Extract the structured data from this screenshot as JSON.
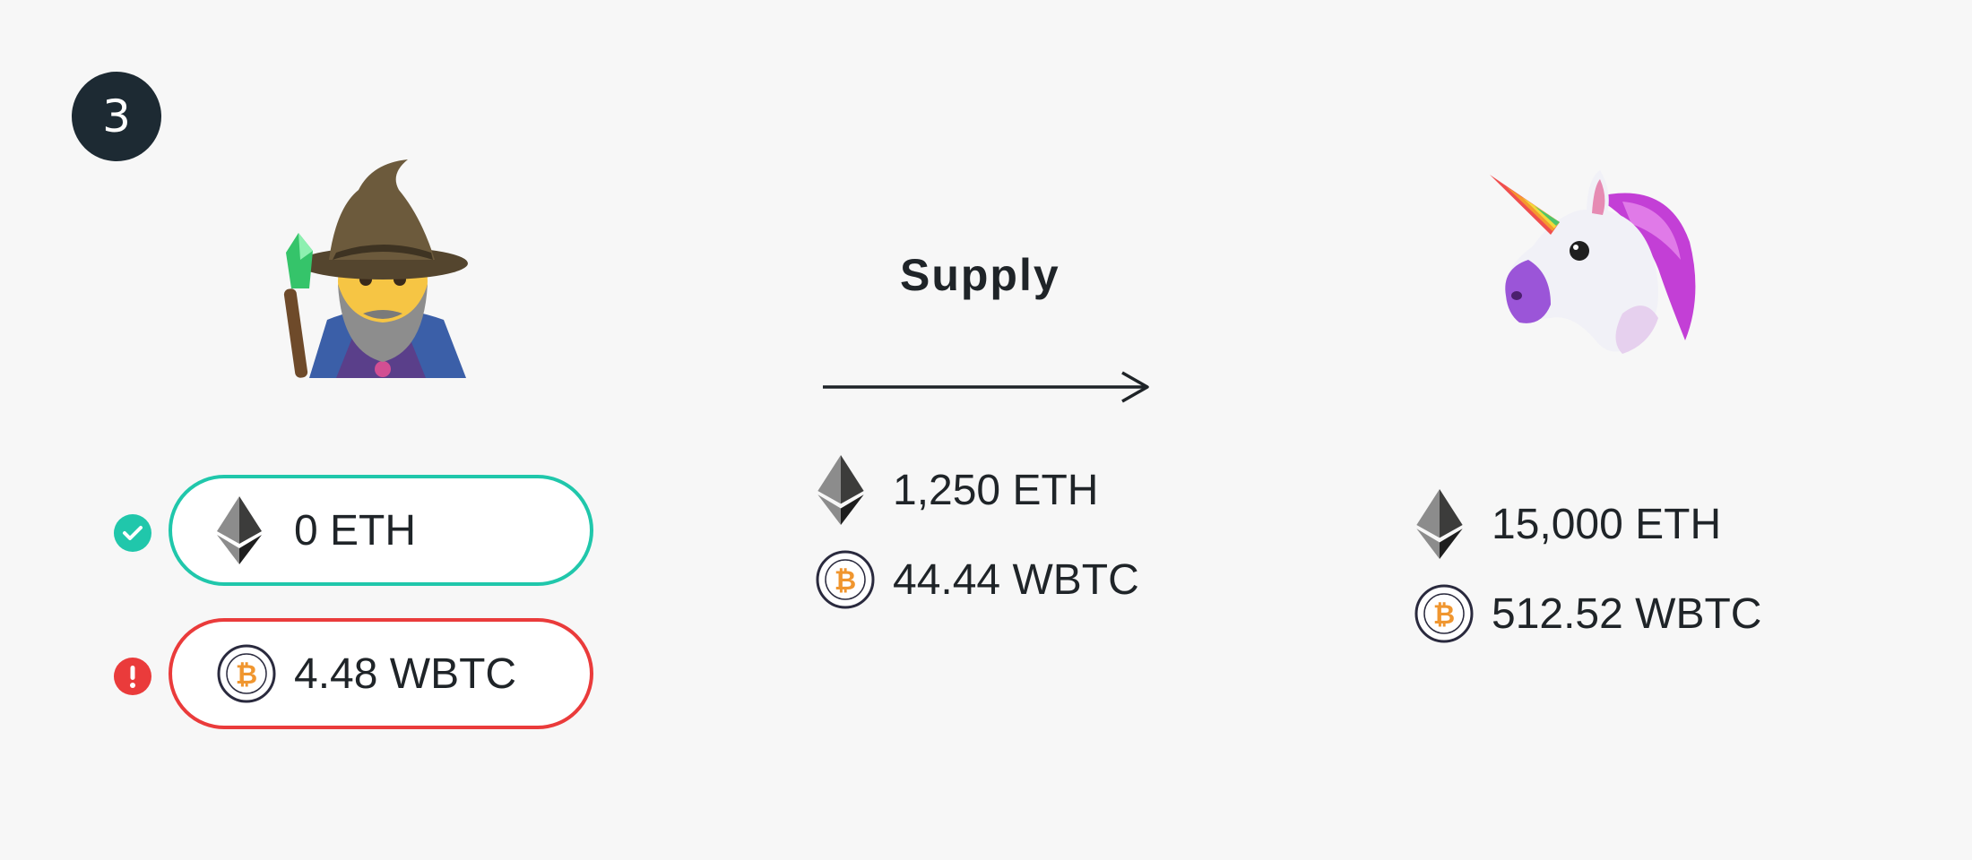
{
  "step": {
    "number": "3"
  },
  "wizard": {
    "icon": "wizard-icon"
  },
  "unicorn": {
    "icon": "unicorn-icon"
  },
  "user_balances": [
    {
      "amount": "0 ETH",
      "token_icon": "eth-icon",
      "status": "ok",
      "status_icon": "check-circle-icon",
      "border_color": "#20c7ab"
    },
    {
      "amount": "4.48 WBTC",
      "token_icon": "wbtc-icon",
      "status": "error",
      "status_icon": "exclamation-circle-icon",
      "border_color": "#ea3b3b"
    }
  ],
  "action": {
    "label": "Supply"
  },
  "transfer": [
    {
      "amount": "1,250 ETH",
      "token_icon": "eth-icon"
    },
    {
      "amount": "44.44 WBTC",
      "token_icon": "wbtc-icon"
    }
  ],
  "pool": [
    {
      "amount": "15,000 ETH",
      "token_icon": "eth-icon"
    },
    {
      "amount": "512.52 WBTC",
      "token_icon": "wbtc-icon"
    }
  ],
  "colors": {
    "badge_bg": "#1d2a33",
    "ok": "#20c7ab",
    "error": "#ea3b3b",
    "btc_orange": "#f0962f"
  }
}
